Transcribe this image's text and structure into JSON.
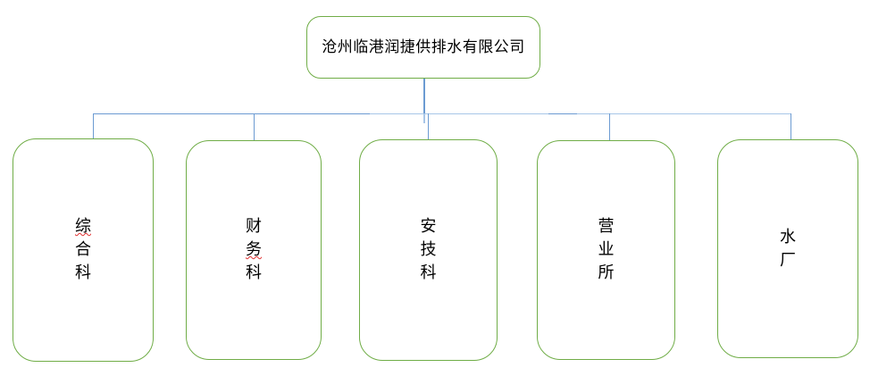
{
  "diagram": {
    "type": "organizational-chart",
    "orientation": "top-down",
    "background_color": "#FFFFFF",
    "node_border_color": "#70AD47",
    "connector_color": "#6C9BD2",
    "spellcheck_underline_color": "#E03030"
  },
  "root": {
    "label": "沧州临港润捷供排水有限公司",
    "text_color": "#000000"
  },
  "children": [
    {
      "label": "综合科",
      "chars": [
        {
          "char": "综",
          "misspelled": true
        },
        {
          "char": "合",
          "misspelled": false
        },
        {
          "char": "科",
          "misspelled": false
        }
      ]
    },
    {
      "label": "财务科",
      "chars": [
        {
          "char": "财",
          "misspelled": false
        },
        {
          "char": "务",
          "misspelled": true
        },
        {
          "char": "科",
          "misspelled": false
        }
      ]
    },
    {
      "label": "安技科",
      "chars": [
        {
          "char": "安",
          "misspelled": false
        },
        {
          "char": "技",
          "misspelled": false
        },
        {
          "char": "科",
          "misspelled": false
        }
      ]
    },
    {
      "label": "营业所",
      "chars": [
        {
          "char": "营",
          "misspelled": false
        },
        {
          "char": "业",
          "misspelled": false
        },
        {
          "char": "所",
          "misspelled": false
        }
      ]
    },
    {
      "label": "水厂",
      "chars": [
        {
          "char": "水",
          "misspelled": false
        },
        {
          "char": "厂",
          "misspelled": false
        }
      ]
    }
  ]
}
